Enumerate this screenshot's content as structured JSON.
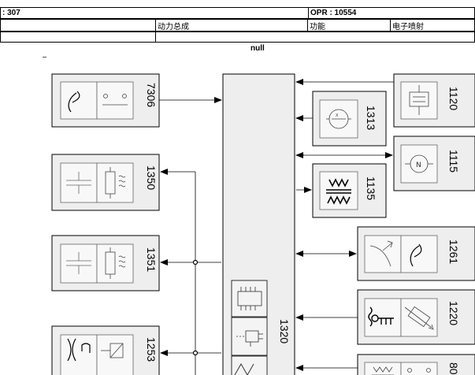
{
  "header": {
    "row1_left": ": 307",
    "row1_right": "OPR : 10554",
    "row2_group": "动力总成",
    "row2_func_label": "功能",
    "row2_func_value": "电子喷射"
  },
  "diagram": {
    "title": "null",
    "components": {
      "c7306": "7306",
      "c1350": "1350",
      "c1351": "1351",
      "c1253": "1253",
      "c1320": "1320",
      "c1120": "1120",
      "c1313": "1313",
      "c1115": "1115",
      "c1135": "1135",
      "c1261": "1261",
      "c1220": "1220",
      "c8": "80"
    }
  }
}
